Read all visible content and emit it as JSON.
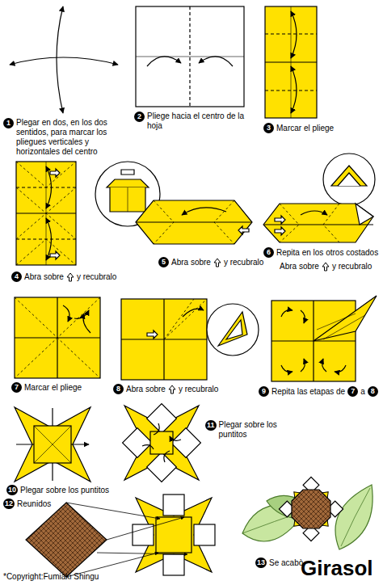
{
  "diagram": {
    "title": "Girasol",
    "labels": [
      "1",
      "Plegar en dos, en los dos sentidos, para marcar los pliegues verticales y horizontales del centro",
      "2",
      "Pliege hacia el centro de la hoja",
      "3",
      "Marcar el pliege",
      "4",
      "Abra sobre",
      "y recubralo",
      "5",
      "Abra sobre",
      "y recubralo",
      "6",
      "Repita en los otros costados",
      "Abra sobre",
      "y recubralo",
      "7",
      "Marcar el pliege",
      "8",
      "Abra sobre",
      "y recubralo",
      "9",
      "Repita las etapas de",
      "7",
      "a",
      "8",
      "10",
      "Plegar sobre los puntitos",
      "11",
      "Plegar sobre los puntitos",
      "12",
      "Reunidos",
      "13",
      "Se acabò",
      "*Copyright:Fumiaki Shingu"
    ]
  }
}
